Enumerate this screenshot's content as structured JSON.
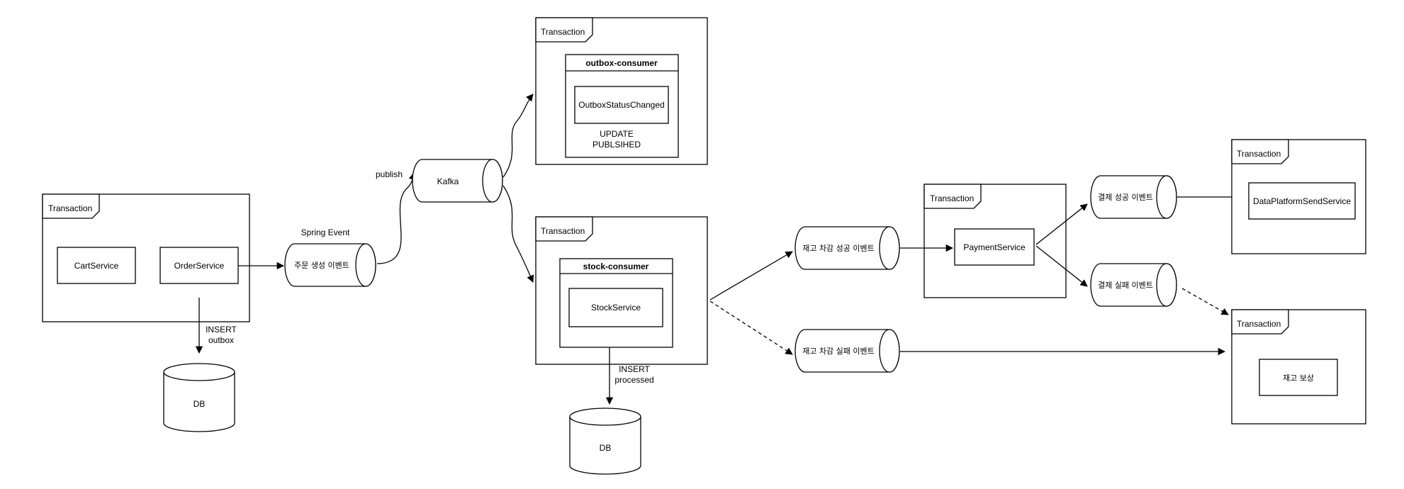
{
  "diagram": {
    "transaction_label": "Transaction",
    "order_tx": {
      "cart_service": "CartService",
      "order_service": "OrderService"
    },
    "insert_outbox": [
      "INSERT",
      "outbox"
    ],
    "db_left": "DB",
    "spring_event": "Spring Event",
    "order_created_event": "주문 생성 이벤트",
    "publish": "publish",
    "kafka": "Kafka",
    "outbox_consumer": {
      "title": "outbox-consumer",
      "handler": "OutboxStatusChanged",
      "note": [
        "UPDATE",
        "PUBLSIHED"
      ]
    },
    "stock_consumer": {
      "title": "stock-consumer",
      "service": "StockService"
    },
    "insert_processed": [
      "INSERT",
      "processed"
    ],
    "db_middle": "DB",
    "stock_success_event": "재고 차감 성공 이벤트",
    "stock_fail_event": "재고 차감 실패 이벤트",
    "payment_service": "PaymentService",
    "payment_success_event": "결제 성공 이벤트",
    "payment_fail_event": "결제 실패 이벤트",
    "data_platform_service": "DataPlatformSendService",
    "stock_compensation": "재고 보상"
  }
}
